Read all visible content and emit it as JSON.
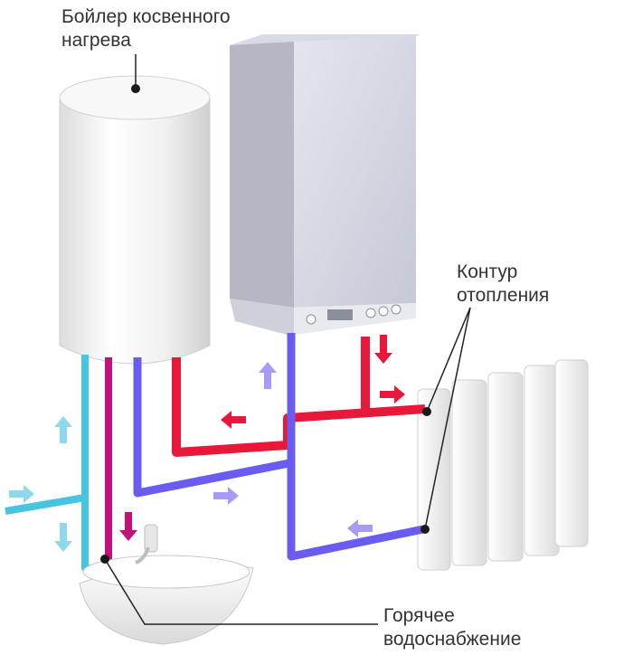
{
  "labels": {
    "boiler": [
      "Бойлер косвенного",
      "нагрева"
    ],
    "heating_circuit": [
      "Контур",
      "отопления"
    ],
    "hot_water": [
      "Горячее",
      "водоснабжение"
    ]
  },
  "colors": {
    "hot_pipe": "#e8183a",
    "return_pipe": "#6a5cf0",
    "cold_pipe": "#46c4e0",
    "hot_water_pipe": "#c2127a",
    "arrow_hot": "#e8183a",
    "arrow_return": "#a79cf5",
    "arrow_cold": "#8fd8ec",
    "label_text": "#333333",
    "boiler_body": "#f2f2f2",
    "radiator": "#f4f4f4"
  },
  "icons": [
    "tank-cylinder",
    "gas-boiler",
    "radiator",
    "washbasin",
    "faucet"
  ]
}
